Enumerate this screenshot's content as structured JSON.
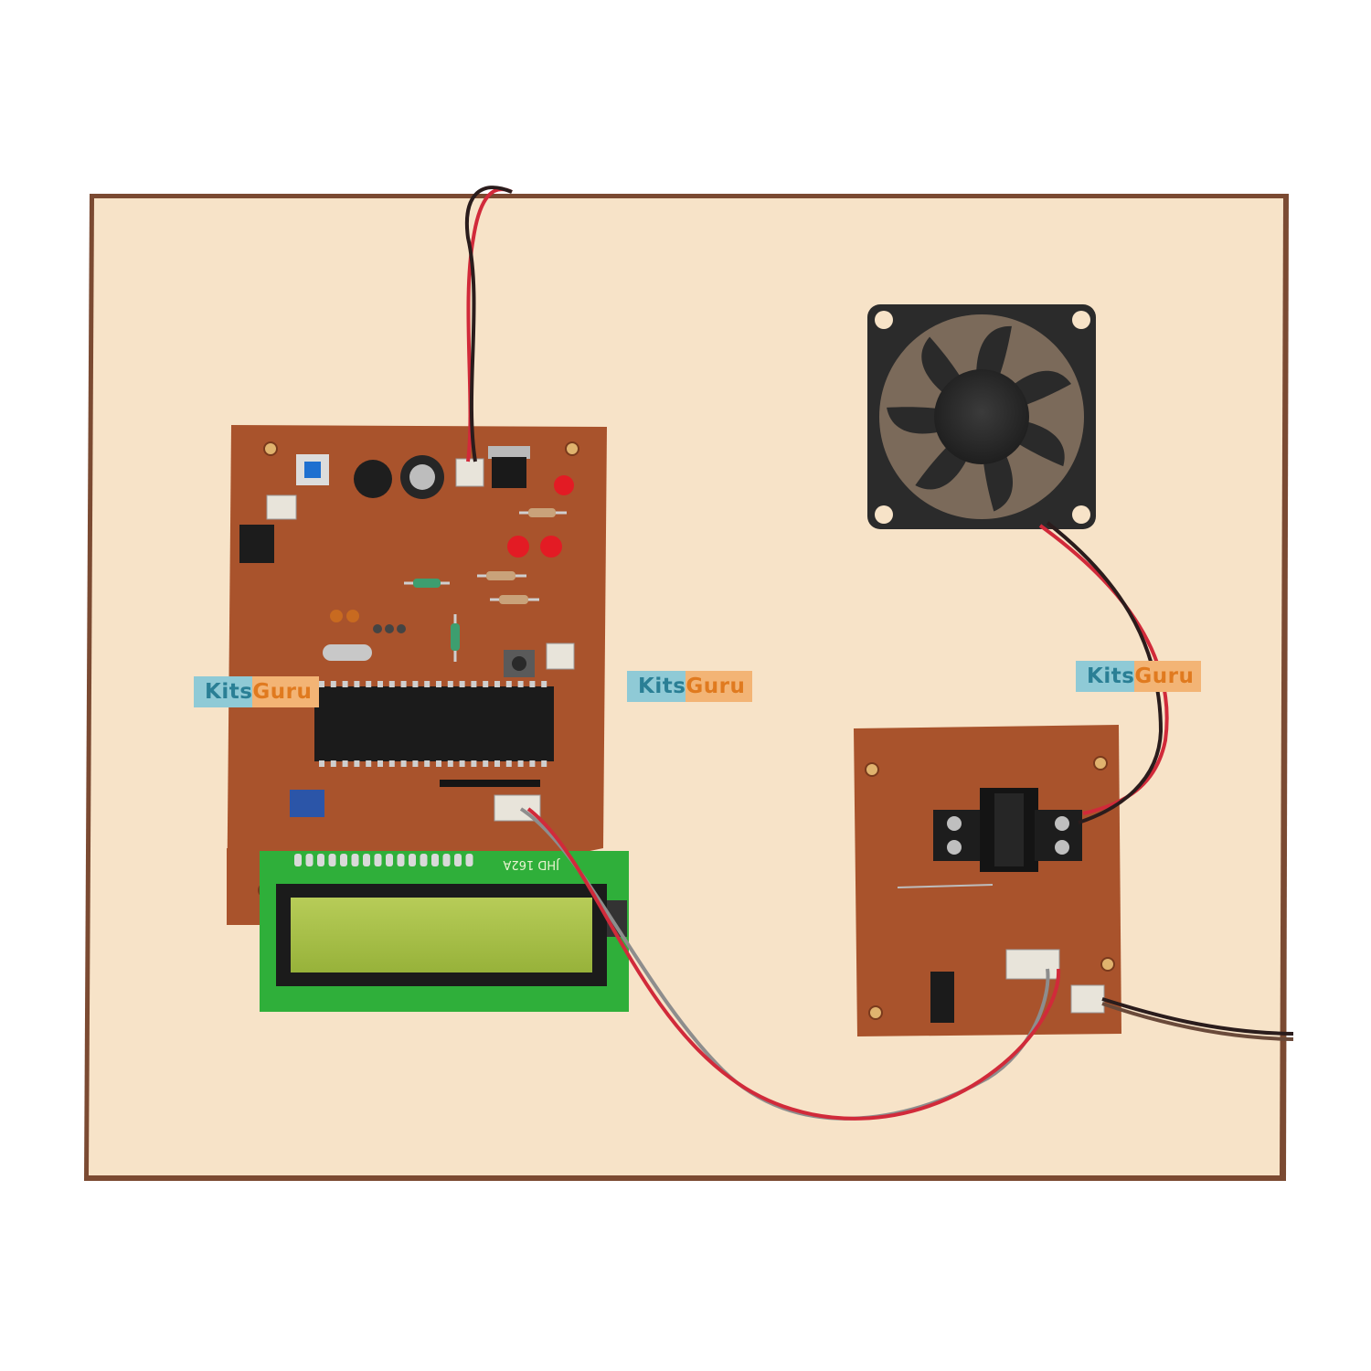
{
  "watermarks": [
    {
      "part_a": "Kits",
      "part_b": "Guru"
    },
    {
      "part_a": "Kits",
      "part_b": "Guru"
    },
    {
      "part_a": "Kits",
      "part_b": "Guru"
    }
  ],
  "lcd_module": {
    "model_text": "JHD 162A"
  },
  "colors": {
    "board": "#f7e3c8",
    "board_edge": "#7b4a32",
    "pcb": "#a9532c",
    "lcd_pcb": "#2faf3a",
    "lcd_glass": "#a7bf45",
    "fan": "#2b2b2b",
    "wire_red": "#d12a3a",
    "wire_black": "#2a1c1c",
    "wire_grey": "#8d8d8d"
  }
}
